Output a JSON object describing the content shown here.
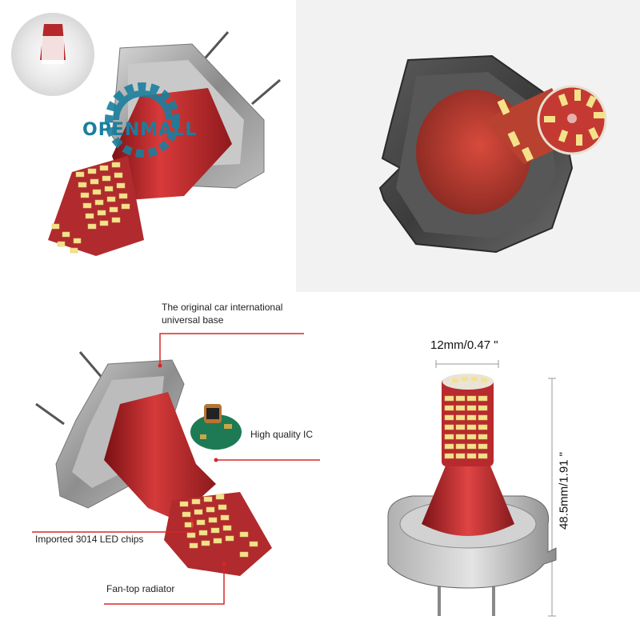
{
  "watermark": {
    "brand_text": "OPENMALL",
    "color": "#1a7f9e"
  },
  "callouts": {
    "base": "The original car international universal base",
    "base_line1": "The original car international",
    "base_line2": "universal base",
    "ic": "High quality IC",
    "chips": "Imported 3014 LED chips",
    "radiator": "Fan-top radiator"
  },
  "dimensions": {
    "width": "12mm/0.47 \"",
    "height": "48.5mm/1.91 \""
  },
  "colors": {
    "body_red": "#c0282b",
    "base_metal": "#9a9a9a",
    "callout_line": "#d62828",
    "led_yellow": "#f4e28a"
  }
}
